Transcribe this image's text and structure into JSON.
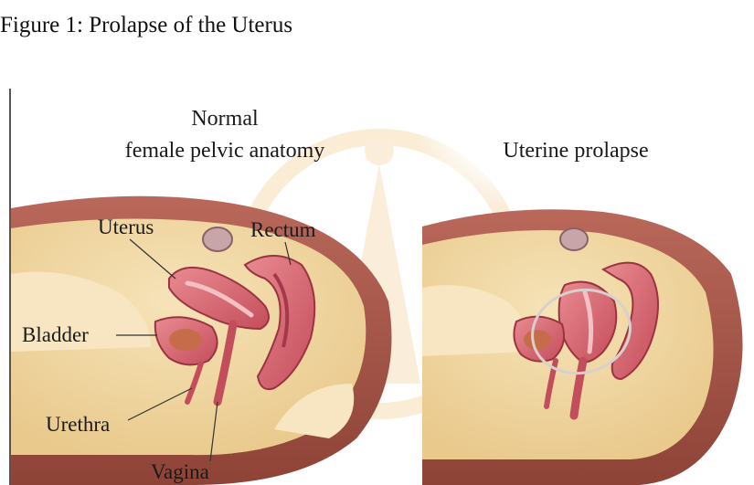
{
  "caption": "Figure 1: Prolapse of the Uterus",
  "normal_panel": {
    "title_line1": "Normal",
    "title_line2": "female pelvic anatomy",
    "labels": {
      "uterus": "Uterus",
      "rectum": "Rectum",
      "bladder": "Bladder",
      "urethra": "Urethra",
      "vagina": "Vagina"
    }
  },
  "prolapse_panel": {
    "title": "Uterine prolapse"
  },
  "colors": {
    "skin": "#a9594c",
    "skin_dark": "#7f3b31",
    "fat": "#f0d7a4",
    "organ": "#d9707a",
    "organ_dark": "#b8424f",
    "organ_light": "#f1b4b4",
    "watermark": "#f4d9a3"
  }
}
